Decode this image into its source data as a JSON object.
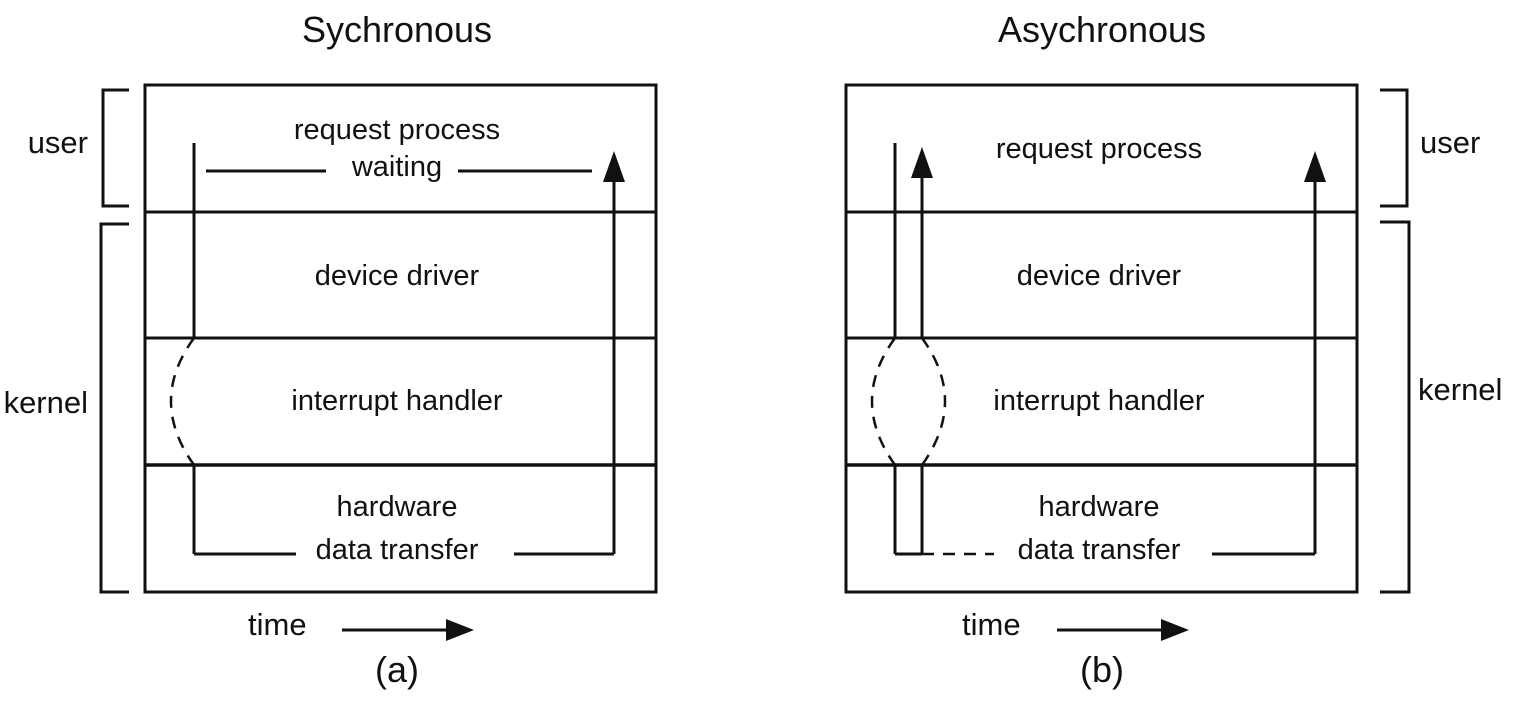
{
  "diagrams": {
    "sync": {
      "title": "Sychronous",
      "layers": {
        "user": "request process",
        "user_sub": "waiting",
        "driver": "device driver",
        "interrupt": "interrupt handler",
        "hardware": "hardware",
        "hardware_sub": "data transfer"
      },
      "bracket_labels": {
        "user": "user",
        "kernel": "kernel"
      },
      "time_label": "time",
      "caption": "(a)"
    },
    "async": {
      "title": "Asychronous",
      "layers": {
        "user": "request process",
        "driver": "device driver",
        "interrupt": "interrupt handler",
        "hardware": "hardware",
        "hardware_sub": "data transfer"
      },
      "bracket_labels": {
        "user": "user",
        "kernel": "kernel"
      },
      "time_label": "time",
      "caption": "(b)"
    }
  }
}
